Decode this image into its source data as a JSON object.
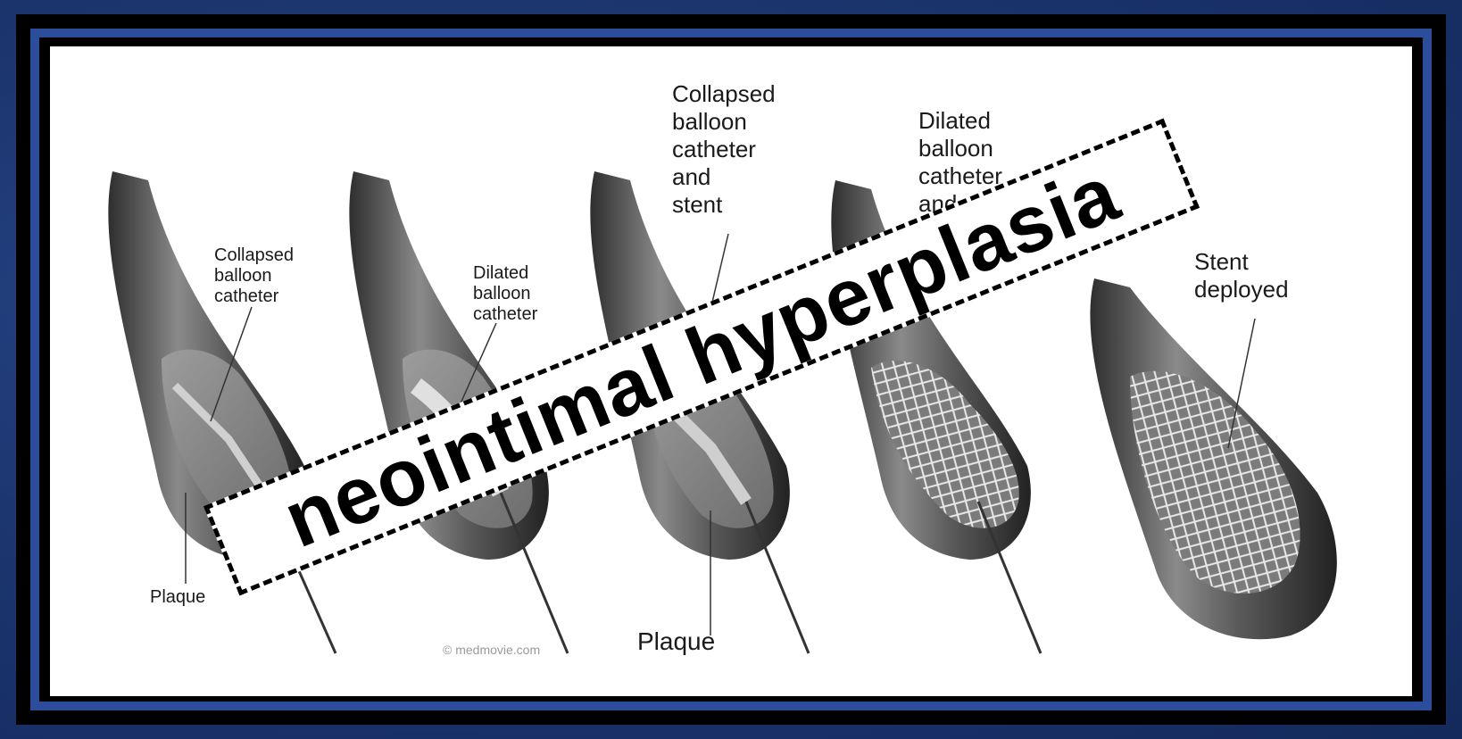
{
  "banner_text": "neointimal hyperplasia",
  "panels": [
    {
      "label_lines": [
        "Collapsed",
        "balloon",
        "catheter"
      ],
      "bottom_label": "Plaque"
    },
    {
      "label_lines": [
        "Dilated",
        "balloon",
        "catheter"
      ]
    },
    {
      "label_lines": [
        "Collapsed",
        "balloon",
        "catheter",
        "and",
        "stent"
      ],
      "bottom_label": "Plaque"
    },
    {
      "label_lines": [
        "Dilated",
        "balloon",
        "catheter",
        "and"
      ]
    },
    {
      "label_lines": [
        "Stent",
        "deployed"
      ]
    }
  ],
  "copyright": "© medmovie.com",
  "colors": {
    "background": "#1c3670",
    "frame_blue": "#2b4d9c",
    "frame_black": "#000000",
    "banner_border": "#000000"
  }
}
